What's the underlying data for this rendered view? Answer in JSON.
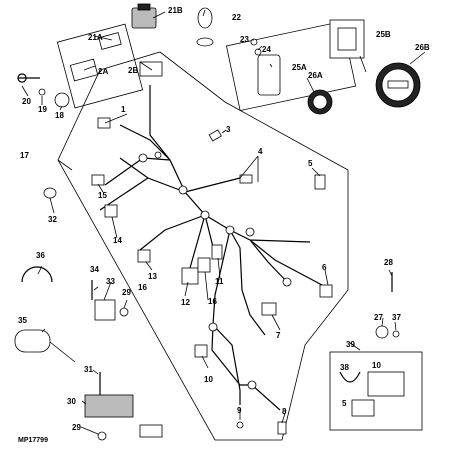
{
  "figure_id": "MP17799",
  "callouts": {
    "c1": "1",
    "c2A": "2A",
    "c2B": "2B",
    "c3": "3",
    "c4": "4",
    "c5": "5",
    "c6": "6",
    "c7": "7",
    "c8": "8",
    "c9": "9",
    "c10": "10",
    "c11": "11",
    "c12": "12",
    "c13": "13",
    "c14": "14",
    "c15": "15",
    "c16a": "16",
    "c16b": "16",
    "c17": "17",
    "c18": "18",
    "c19": "19",
    "c20": "20",
    "c21A": "21A",
    "c21B": "21B",
    "c22": "22",
    "c23": "23",
    "c24": "24",
    "c25A": "25A",
    "c25B": "25B",
    "c26A": "26A",
    "c26B": "26B",
    "c27": "27",
    "c28": "28",
    "c29a": "29",
    "c29b": "29",
    "c30": "30",
    "c31": "31",
    "c32": "32",
    "c33": "33",
    "c34": "34",
    "c35": "35",
    "c36": "36",
    "c37": "37",
    "c38": "38",
    "c39": "39",
    "c5b": "5",
    "c10b": "10"
  }
}
